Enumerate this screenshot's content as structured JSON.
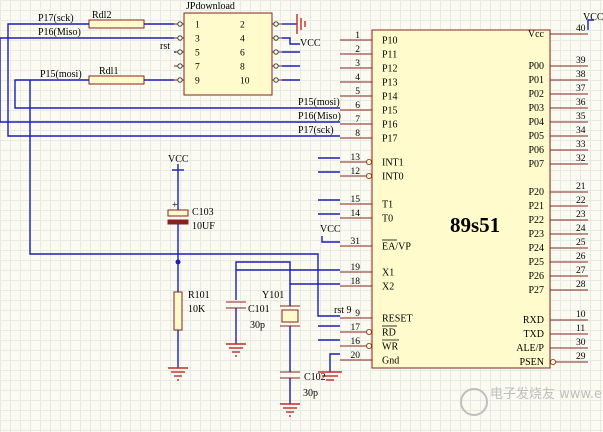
{
  "connector": {
    "name": "JPdownload",
    "pins_left": [
      "1",
      "3",
      "5",
      "7",
      "9"
    ],
    "pins_right": [
      "2",
      "4",
      "6",
      "8",
      "10"
    ]
  },
  "chip": {
    "name": "89s51",
    "left_pins": [
      {
        "num": "1",
        "label": "P10"
      },
      {
        "num": "2",
        "label": "P11"
      },
      {
        "num": "3",
        "label": "P12"
      },
      {
        "num": "4",
        "label": "P13"
      },
      {
        "num": "5",
        "label": "P14"
      },
      {
        "num": "6",
        "label": "P15"
      },
      {
        "num": "7",
        "label": "P16"
      },
      {
        "num": "8",
        "label": "P17"
      },
      {
        "num": "13",
        "label": "INT1"
      },
      {
        "num": "12",
        "label": "INT0"
      },
      {
        "num": "15",
        "label": "T1"
      },
      {
        "num": "14",
        "label": "T0"
      },
      {
        "num": "31",
        "label": "EA/VP"
      },
      {
        "num": "19",
        "label": "X1"
      },
      {
        "num": "18",
        "label": "X2"
      },
      {
        "num": "9",
        "label": "RESET"
      },
      {
        "num": "17",
        "label": "RD"
      },
      {
        "num": "16",
        "label": "WR"
      },
      {
        "num": "20",
        "label": "Gnd"
      }
    ],
    "right_pins": [
      {
        "num": "40",
        "label": "Vcc"
      },
      {
        "num": "39",
        "label": "P00"
      },
      {
        "num": "38",
        "label": "P01"
      },
      {
        "num": "37",
        "label": "P02"
      },
      {
        "num": "36",
        "label": "P03"
      },
      {
        "num": "35",
        "label": "P04"
      },
      {
        "num": "34",
        "label": "P05"
      },
      {
        "num": "33",
        "label": "P06"
      },
      {
        "num": "32",
        "label": "P07"
      },
      {
        "num": "21",
        "label": "P20"
      },
      {
        "num": "22",
        "label": "P21"
      },
      {
        "num": "23",
        "label": "P22"
      },
      {
        "num": "24",
        "label": "P23"
      },
      {
        "num": "25",
        "label": "P24"
      },
      {
        "num": "26",
        "label": "P25"
      },
      {
        "num": "27",
        "label": "P26"
      },
      {
        "num": "28",
        "label": "P27"
      },
      {
        "num": "10",
        "label": "RXD"
      },
      {
        "num": "11",
        "label": "TXD"
      },
      {
        "num": "30",
        "label": "ALE/P"
      },
      {
        "num": "29",
        "label": "PSEN"
      }
    ]
  },
  "nets": {
    "p17_sck": "P17(sck)",
    "p16_miso": "P16(Miso)",
    "p15_mosi": "P15(mosi)",
    "rst": "rst",
    "rst9": "rst 9",
    "vcc": "VCC"
  },
  "components": {
    "rdl2": "Rdl2",
    "rdl1": "Rdl1",
    "c103": {
      "ref": "C103",
      "value": "10UF"
    },
    "r101": {
      "ref": "R101",
      "value": "10K"
    },
    "c101": {
      "ref": "C101",
      "value": "30p"
    },
    "c102": {
      "ref": "C102",
      "value": "30p"
    },
    "y101": {
      "ref": "Y101"
    }
  },
  "watermark": "电子发烧友 www.elecfans.com"
}
